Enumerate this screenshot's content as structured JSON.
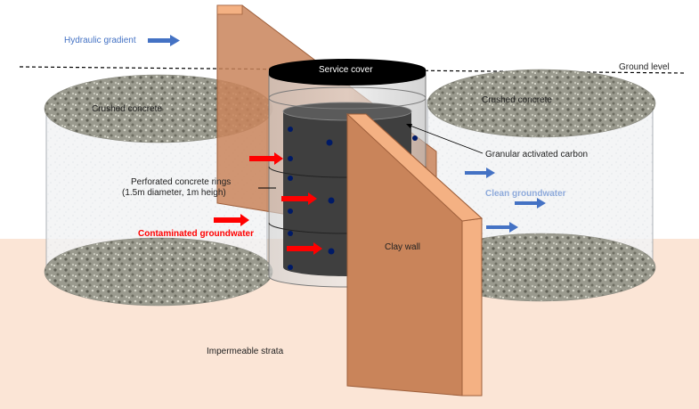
{
  "labels": {
    "hydraulic_gradient": "Hydraulic gradient",
    "ground_level": "Ground level",
    "service_cover": "Service cover",
    "crushed_concrete_left": "Crushed concrete",
    "crushed_concrete_right": "Crushed concrete",
    "granular_activated_carbon": "Granular activated carbon",
    "perforated_rings_line1": "Perforated concrete rings",
    "perforated_rings_line2": "(1.5m diameter, 1m heigh)",
    "clean_groundwater": "Clean groundwater",
    "contaminated_groundwater": "Contaminated groundwater",
    "clay_wall": "Clay wall",
    "impermeable_strata": "Impermeable strata"
  },
  "colors": {
    "flow_arrow_blue": "#4472c4",
    "contaminated_red": "#ff0000",
    "clean_text_blue": "#8eaadb",
    "clay_wall": "#f4b183",
    "strata": "#fbe5d6",
    "carbon": "#3f3f3f"
  }
}
